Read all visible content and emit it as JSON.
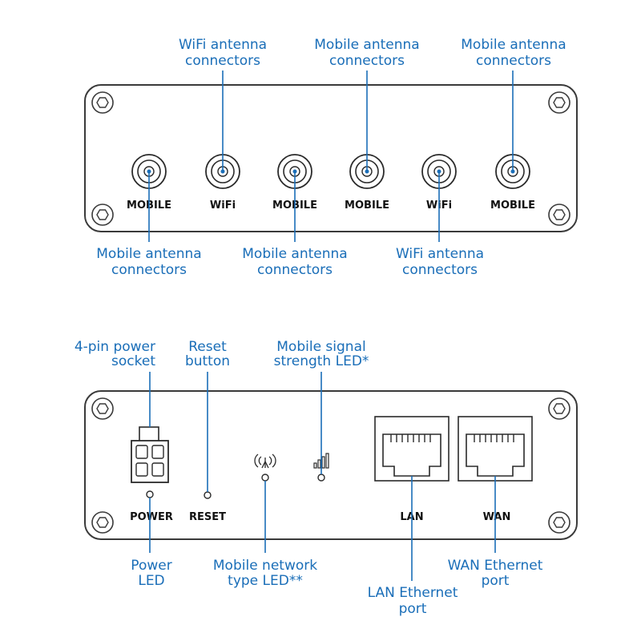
{
  "top_panel": {
    "ports": [
      {
        "label": "MOBILE"
      },
      {
        "label": "WiFi"
      },
      {
        "label": "MOBILE"
      },
      {
        "label": "MOBILE"
      },
      {
        "label": "WiFi"
      },
      {
        "label": "MOBILE"
      }
    ],
    "callouts_above": [
      {
        "line1": "WiFi antenna",
        "line2": "connectors"
      },
      {
        "line1": "Mobile antenna",
        "line2": "connectors"
      },
      {
        "line1": "Mobile antenna",
        "line2": "connectors"
      }
    ],
    "callouts_below": [
      {
        "line1": "Mobile antenna",
        "line2": "connectors"
      },
      {
        "line1": "Mobile antenna",
        "line2": "connectors"
      },
      {
        "line1": "WiFi antenna",
        "line2": "connectors"
      }
    ]
  },
  "bottom_panel": {
    "labels": {
      "power": "POWER",
      "reset": "RESET",
      "lan": "LAN",
      "wan": "WAN"
    },
    "callouts_above": [
      {
        "line1": "4-pin power",
        "line2": "socket"
      },
      {
        "line1": "Reset",
        "line2": "button"
      },
      {
        "line1": "Mobile signal",
        "line2": "strength LED*"
      }
    ],
    "callouts_below": [
      {
        "line1": "Power",
        "line2": "LED"
      },
      {
        "line1": "Mobile network",
        "line2": "type LED**"
      },
      {
        "line1": "LAN Ethernet",
        "line2": "port"
      },
      {
        "line1": "WAN Ethernet",
        "line2": "port"
      }
    ]
  },
  "colors": {
    "callout": "#1a6eb8",
    "outline": "#3a3a3a"
  }
}
